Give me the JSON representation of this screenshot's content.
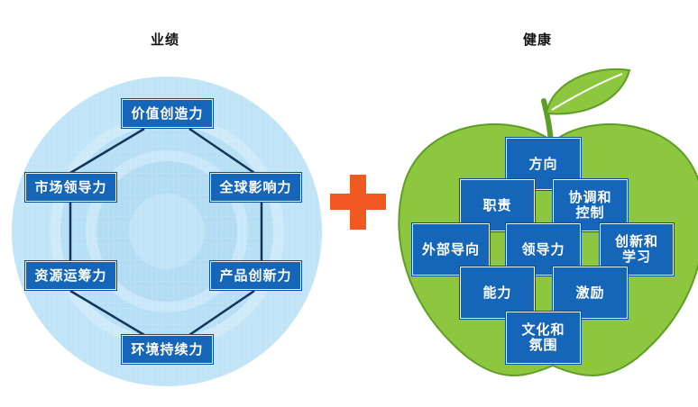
{
  "left": {
    "title": "业绩",
    "items": [
      "价值创造力",
      "全球影响力",
      "产品创新力",
      "环境持续力",
      "资源运筹力",
      "市场领导力"
    ]
  },
  "right": {
    "title": "健康",
    "grid": {
      "top": "方向",
      "upper_left": "职责",
      "upper_right": "协调和\n控制",
      "left": "外部导向",
      "center": "领导力",
      "right": "创新和\n学习",
      "lower_left": "能力",
      "lower_right": "激励",
      "bottom": "文化和\n氛围"
    }
  },
  "colors": {
    "box_blue": "#1565b8",
    "plus_orange": "#f05a22",
    "apple_green": "#8dc63f",
    "apple_dark_green": "#5f9e25",
    "circle_light_blue": "#bfe4f7"
  }
}
